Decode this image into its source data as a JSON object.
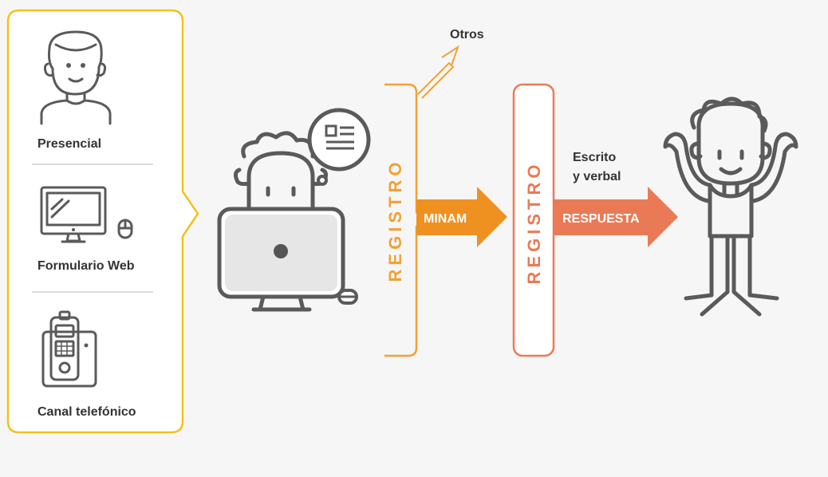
{
  "channels": {
    "items": [
      {
        "label": "Presencial",
        "icon": "person-icon"
      },
      {
        "label": "Formulario Web",
        "icon": "computer-icon"
      },
      {
        "label": "Canal telefónico",
        "icon": "phone-icon"
      }
    ]
  },
  "flow": {
    "registro_1": "REGISTRO",
    "registro_2": "REGISTRO",
    "otros": "Otros",
    "arrow_1": "MINAM",
    "arrow_2": "RESPUESTA",
    "response_note_1": "Escrito",
    "response_note_2": "y verbal"
  },
  "colors": {
    "panel_border": "#f3c21b",
    "registro_1": "#f0a234",
    "registro_2": "#ea7a55",
    "arrow_minam": "#ef9121",
    "arrow_respuesta": "#ea7a55",
    "outline": "#5a5a5a",
    "background": "#f6f6f6"
  }
}
